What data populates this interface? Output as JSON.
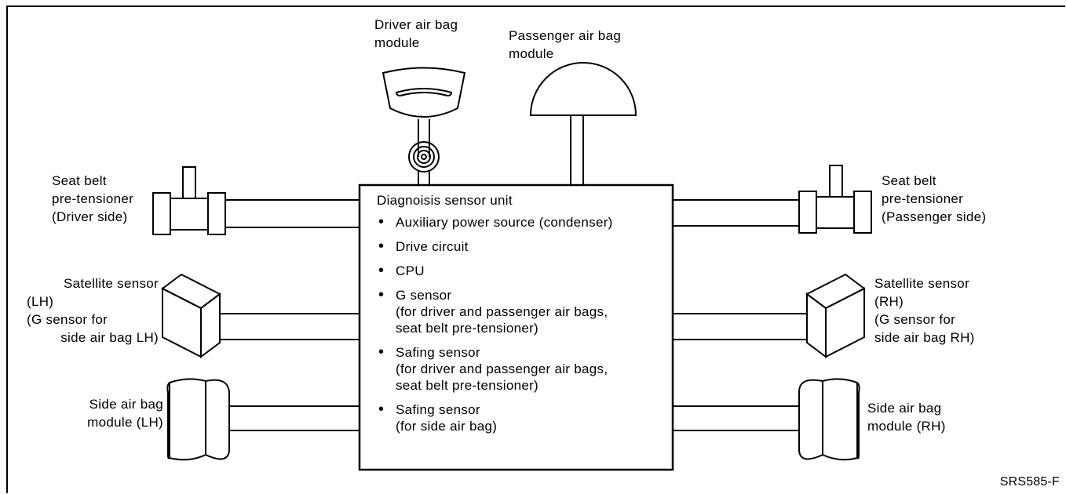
{
  "labels": {
    "driver_airbag": [
      "Driver air bag",
      "module"
    ],
    "passenger_airbag": [
      "Passenger air bag",
      "module"
    ],
    "pretensioner_driver": [
      "Seat belt",
      "pre-tensioner",
      "(Driver side)"
    ],
    "pretensioner_passenger": [
      "Seat belt",
      "pre-tensioner",
      "(Passenger side)"
    ],
    "satellite_lh": [
      "Satellite sensor",
      "(LH)",
      "(G sensor for",
      "side air bag LH)"
    ],
    "satellite_rh": [
      "Satellite sensor",
      "(RH)",
      "(G sensor for",
      "side air bag RH)"
    ],
    "side_airbag_lh": [
      "Side air bag",
      "module (LH)"
    ],
    "side_airbag_rh": [
      "Side air bag",
      "module (RH)"
    ]
  },
  "diagnosis_unit": {
    "title": "Diagnoisis sensor unit",
    "items": [
      {
        "lines": [
          "Auxiliary power source (condenser)"
        ]
      },
      {
        "lines": [
          "Drive circuit"
        ]
      },
      {
        "lines": [
          "CPU"
        ]
      },
      {
        "lines": [
          "G sensor",
          "(for driver and passenger air bags,",
          "seat belt pre-tensioner)"
        ]
      },
      {
        "lines": [
          "Safing sensor",
          "(for driver and passenger air bags,",
          "seat belt pre-tensioner)"
        ]
      },
      {
        "lines": [
          "Safing sensor",
          "(for side air bag)"
        ]
      }
    ]
  },
  "figure_code": "SRS585-F"
}
